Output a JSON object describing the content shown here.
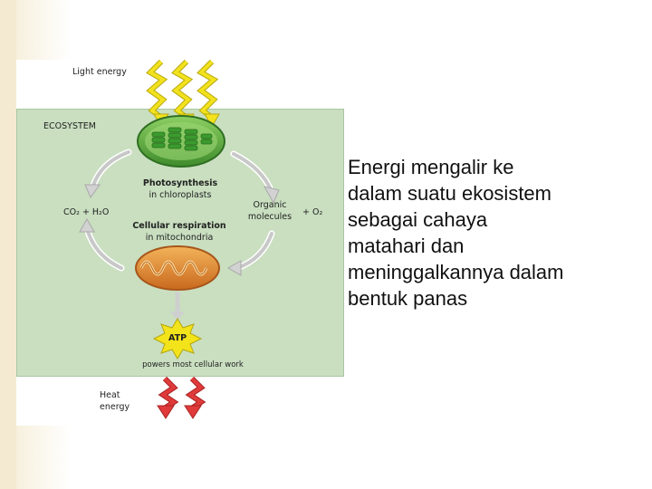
{
  "diagram": {
    "light_energy": "Light energy",
    "ecosystem": "ECOSYSTEM",
    "photosynthesis": "Photosynthesis",
    "in_chloroplasts": "in chloroplasts",
    "cellular_respiration": "Cellular respiration",
    "in_mitochondria": "in mitochondria",
    "co2_h2o": "CO₂ + H₂O",
    "organic": "Organic",
    "molecules": "molecules",
    "plus_o2": "+ O₂",
    "atp": "ATP",
    "powers": "powers most cellular work",
    "heat": "Heat",
    "energy": "energy",
    "colors": {
      "ecosystem_bg": "#c9dfc0",
      "lightning": "#f2e21d",
      "heat_arrow": "#e03a3a",
      "chloroplast": "#5aa83e",
      "mitochondrion": "#e08a2c",
      "atp_star": "#f3e31b"
    }
  },
  "text": {
    "lines": [
      "Energi mengalir ke",
      "dalam suatu ekosistem",
      "sebagai cahaya",
      "matahari dan",
      "meninggalkannya dalam",
      "bentuk panas"
    ]
  }
}
